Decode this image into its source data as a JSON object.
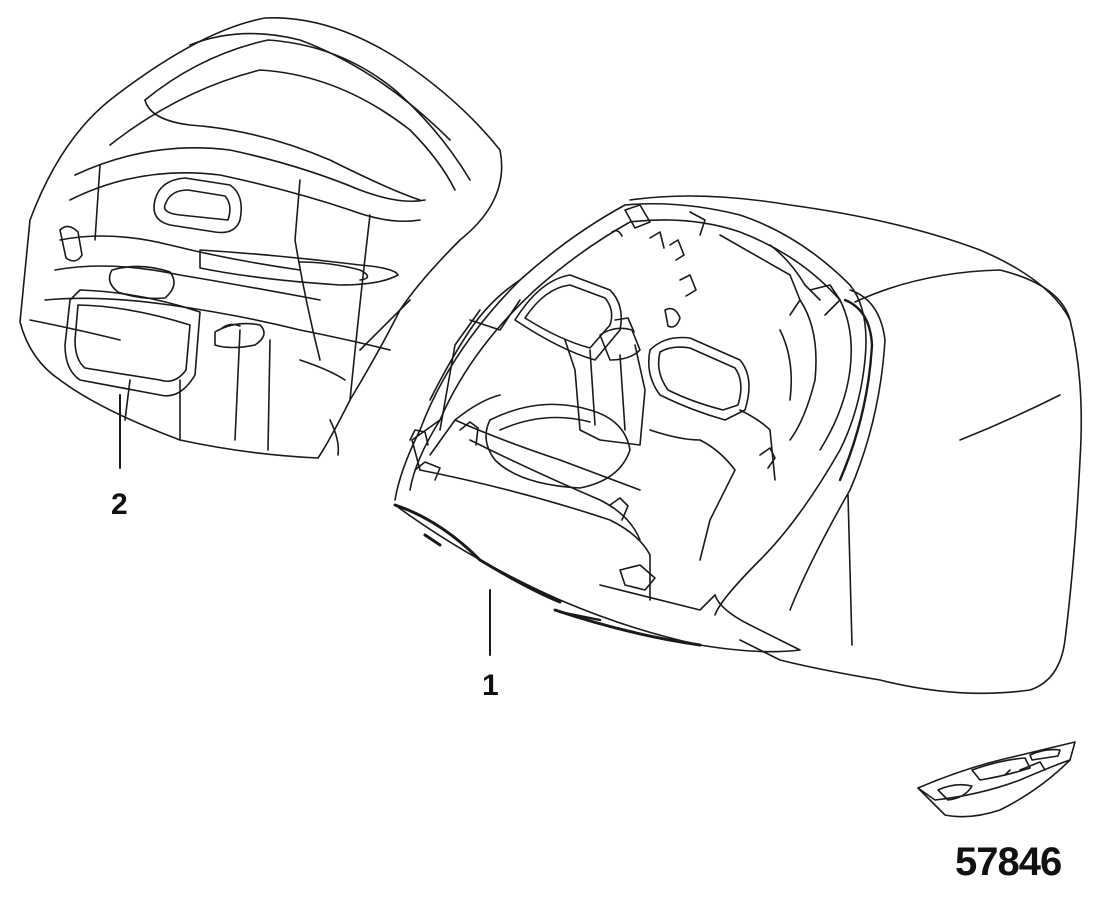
{
  "diagram": {
    "callouts": [
      {
        "id": "1",
        "label": "1"
      },
      {
        "id": "2",
        "label": "2"
      }
    ],
    "figure_number": "57846",
    "line_color": "#1a1a1a",
    "background": "#ffffff",
    "parts": [
      {
        "callout": "1",
        "name": "top-cowl-inner-view-icon"
      },
      {
        "callout": "2",
        "name": "top-cowl-outer-view-icon"
      }
    ],
    "locator": "boat-locator-icon"
  }
}
